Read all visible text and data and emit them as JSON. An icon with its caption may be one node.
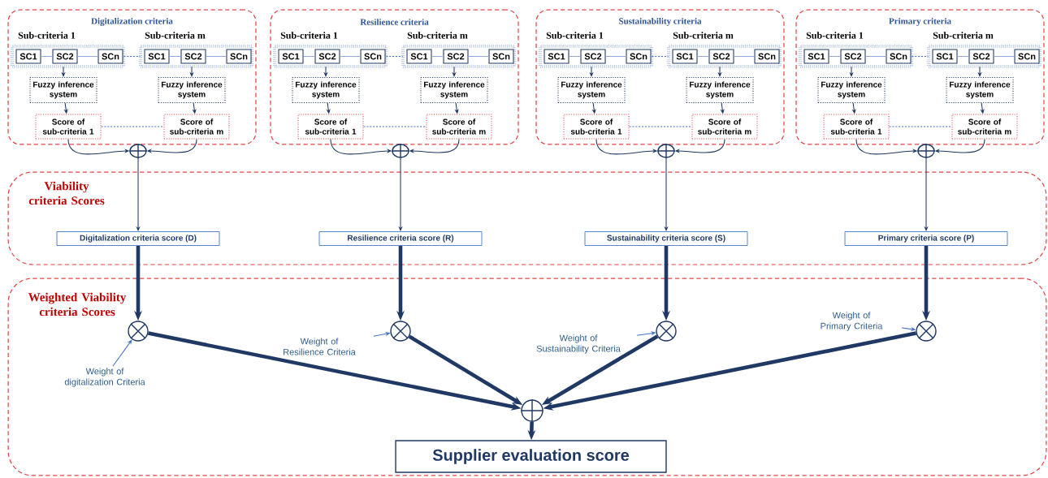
{
  "diagram": {
    "nodes": [
      {
        "text": [
          "Digitalization criteria"
        ]
      },
      {
        "text": [
          "Sub-criteria 1"
        ],
        "in": 0
      },
      {
        "text": [
          "SC1"
        ],
        "in": 1
      },
      {
        "text": [
          "SC2"
        ],
        "in": 1
      },
      {
        "text": [
          "SCn"
        ],
        "in": 1
      },
      {
        "text": [
          "Sub-criteria m"
        ],
        "in": 0
      },
      {
        "text": [
          "SC1"
        ],
        "in": 5
      },
      {
        "text": [
          "SC2"
        ],
        "in": 5
      },
      {
        "text": [
          "SCn"
        ],
        "in": 5
      },
      {
        "text": [
          "Fuzzy inference system"
        ],
        "in": 0
      },
      {
        "text": [
          "Fuzzy inference system"
        ],
        "in": 0
      },
      {
        "text": [
          "Score of sub-criteria 1"
        ],
        "in": 0
      },
      {
        "text": [
          "Score of sub-criteria m"
        ],
        "in": 0
      },
      {
        "text": [],
        "shape": "circle"
      },
      {
        "text": [
          "Resilience criteria"
        ]
      },
      {
        "text": [
          "Sub-criteria 1"
        ],
        "in": 14
      },
      {
        "text": [
          "SC1"
        ],
        "in": 15
      },
      {
        "text": [
          "SC2"
        ],
        "in": 15
      },
      {
        "text": [
          "SCn"
        ],
        "in": 15
      },
      {
        "text": [
          "Sub-criteria m"
        ],
        "in": 14
      },
      {
        "text": [
          "SC1"
        ],
        "in": 19
      },
      {
        "text": [
          "SC2"
        ],
        "in": 19
      },
      {
        "text": [
          "SCn"
        ],
        "in": 19
      },
      {
        "text": [
          "Fuzzy inference system"
        ],
        "in": 14
      },
      {
        "text": [
          "Fuzzy inference system"
        ],
        "in": 14
      },
      {
        "text": [
          "Score of sub-criteria 1"
        ],
        "in": 14
      },
      {
        "text": [
          "Score of sub-criteria m"
        ],
        "in": 14
      },
      {
        "text": [],
        "shape": "circle"
      },
      {
        "text": [
          "Sustainability criteria"
        ]
      },
      {
        "text": [
          "Sub-criteria 1"
        ],
        "in": 28
      },
      {
        "text": [
          "SC1"
        ],
        "in": 29
      },
      {
        "text": [
          "SC2"
        ],
        "in": 29
      },
      {
        "text": [
          "SCn"
        ],
        "in": 29
      },
      {
        "text": [
          "Sub-criteria m"
        ],
        "in": 28
      },
      {
        "text": [
          "SC1"
        ],
        "in": 33
      },
      {
        "text": [
          "SC2"
        ],
        "in": 33
      },
      {
        "text": [
          "SCn"
        ],
        "in": 33
      },
      {
        "text": [
          "Fuzzy inference system"
        ],
        "in": 28
      },
      {
        "text": [
          "Fuzzy inference system"
        ],
        "in": 28
      },
      {
        "text": [
          "Score of sub-criteria 1"
        ],
        "in": 28
      },
      {
        "text": [
          "Score of sub-criteria m"
        ],
        "in": 28
      },
      {
        "text": [],
        "shape": "circle"
      },
      {
        "text": [
          "Primary criteria"
        ]
      },
      {
        "text": [
          "Sub-criteria 1"
        ],
        "in": 42
      },
      {
        "text": [
          "SC1"
        ],
        "in": 43
      },
      {
        "text": [
          "SC2"
        ],
        "in": 43
      },
      {
        "text": [
          "SCn"
        ],
        "in": 43
      },
      {
        "text": [
          "Sub-criteria m"
        ],
        "in": 42
      },
      {
        "text": [
          "SC1"
        ],
        "in": 47
      },
      {
        "text": [
          "SC2"
        ],
        "in": 47
      },
      {
        "text": [
          "SCn"
        ],
        "in": 47
      },
      {
        "text": [
          "Fuzzy inference system"
        ],
        "in": 42
      },
      {
        "text": [
          "Fuzzy inference system"
        ],
        "in": 42
      },
      {
        "text": [
          "Score of sub-criteria 1"
        ],
        "in": 42
      },
      {
        "text": [
          "Score of sub-criteria m"
        ],
        "in": 42
      },
      {
        "text": [],
        "shape": "circle"
      },
      {
        "text": [
          "Viability criteria Scores"
        ]
      },
      {
        "text": [
          "Digitalization criteria score (D)"
        ],
        "in": 56
      },
      {
        "text": [
          "Resilience criteria score (R)"
        ],
        "in": 56
      },
      {
        "text": [
          "Sustainability criteria score (S)"
        ],
        "in": 56
      },
      {
        "text": [
          "Primary criteria score (P)"
        ],
        "in": 56
      },
      {
        "text": [
          "Weighted Viability criteria Scores"
        ]
      },
      {
        "text": [],
        "shape": "circle",
        "in": 61
      },
      {
        "text": [],
        "shape": "circle",
        "in": 61
      },
      {
        "text": [],
        "shape": "circle",
        "in": 61
      },
      {
        "text": [],
        "shape": "circle",
        "in": 61
      },
      {
        "text": [
          "Weight of digitalization Criteria"
        ],
        "in": 61
      },
      {
        "text": [
          "Weight of Resilience Criteria"
        ],
        "in": 61
      },
      {
        "text": [
          "Weight of Sustainability Criteria"
        ],
        "in": 61
      },
      {
        "text": [
          "Weight of Primary Criteria"
        ],
        "in": 61
      },
      {
        "text": [],
        "shape": "circle",
        "in": 61
      },
      {
        "text": [
          "Supplier evaluation score"
        ],
        "in": 61
      }
    ],
    "edges": [
      {
        "from": 2,
        "to": 3,
        "arrow": "none",
        "color": "#8faadc"
      },
      {
        "from": 3,
        "to": 4,
        "arrow": "none",
        "color": "#8faadc"
      },
      {
        "from": 6,
        "to": 7,
        "arrow": "none",
        "color": "#8faadc"
      },
      {
        "from": 7,
        "to": 8,
        "arrow": "none",
        "color": "#8faadc"
      },
      {
        "from": 1,
        "to": 5,
        "arrow": "none",
        "style": "dashed",
        "color": "#4472c4"
      },
      {
        "from": 1,
        "to": 9,
        "arrow": "to"
      },
      {
        "from": 5,
        "to": 10,
        "arrow": "to"
      },
      {
        "from": 9,
        "to": 11,
        "arrow": "to"
      },
      {
        "from": 10,
        "to": 12,
        "arrow": "to"
      },
      {
        "from": 11,
        "to": 12,
        "arrow": "none",
        "style": "dashed",
        "color": "#4472c4"
      },
      {
        "from": 11,
        "to": 13,
        "arrow": "to"
      },
      {
        "from": 12,
        "to": 13,
        "arrow": "to"
      },
      {
        "from": 13,
        "to": 57,
        "arrow": "to"
      },
      {
        "from": 16,
        "to": 17,
        "arrow": "none",
        "color": "#8faadc"
      },
      {
        "from": 17,
        "to": 18,
        "arrow": "none",
        "color": "#8faadc"
      },
      {
        "from": 20,
        "to": 21,
        "arrow": "none",
        "color": "#8faadc"
      },
      {
        "from": 21,
        "to": 22,
        "arrow": "none",
        "color": "#8faadc"
      },
      {
        "from": 15,
        "to": 19,
        "arrow": "none",
        "style": "dashed",
        "color": "#4472c4"
      },
      {
        "from": 15,
        "to": 23,
        "arrow": "to"
      },
      {
        "from": 19,
        "to": 24,
        "arrow": "to"
      },
      {
        "from": 23,
        "to": 25,
        "arrow": "to"
      },
      {
        "from": 24,
        "to": 26,
        "arrow": "to"
      },
      {
        "from": 25,
        "to": 26,
        "arrow": "none",
        "style": "dashed",
        "color": "#4472c4"
      },
      {
        "from": 25,
        "to": 27,
        "arrow": "to"
      },
      {
        "from": 26,
        "to": 27,
        "arrow": "to"
      },
      {
        "from": 27,
        "to": 58,
        "arrow": "to"
      },
      {
        "from": 30,
        "to": 31,
        "arrow": "none",
        "color": "#8faadc"
      },
      {
        "from": 31,
        "to": 32,
        "arrow": "none",
        "color": "#8faadc"
      },
      {
        "from": 34,
        "to": 35,
        "arrow": "none",
        "color": "#8faadc"
      },
      {
        "from": 35,
        "to": 36,
        "arrow": "none",
        "color": "#8faadc"
      },
      {
        "from": 29,
        "to": 33,
        "arrow": "none",
        "style": "dashed",
        "color": "#4472c4"
      },
      {
        "from": 29,
        "to": 37,
        "arrow": "to"
      },
      {
        "from": 33,
        "to": 38,
        "arrow": "to"
      },
      {
        "from": 37,
        "to": 39,
        "arrow": "to"
      },
      {
        "from": 38,
        "to": 40,
        "arrow": "to"
      },
      {
        "from": 39,
        "to": 40,
        "arrow": "none",
        "style": "dashed",
        "color": "#4472c4"
      },
      {
        "from": 39,
        "to": 41,
        "arrow": "to"
      },
      {
        "from": 40,
        "to": 41,
        "arrow": "to"
      },
      {
        "from": 41,
        "to": 59,
        "arrow": "to"
      },
      {
        "from": 44,
        "to": 45,
        "arrow": "none",
        "color": "#8faadc"
      },
      {
        "from": 45,
        "to": 46,
        "arrow": "none",
        "color": "#8faadc"
      },
      {
        "from": 48,
        "to": 49,
        "arrow": "none",
        "color": "#8faadc"
      },
      {
        "from": 49,
        "to": 50,
        "arrow": "none",
        "color": "#8faadc"
      },
      {
        "from": 43,
        "to": 47,
        "arrow": "none",
        "style": "dashed",
        "color": "#4472c4"
      },
      {
        "from": 43,
        "to": 51,
        "arrow": "to"
      },
      {
        "from": 47,
        "to": 52,
        "arrow": "to"
      },
      {
        "from": 51,
        "to": 53,
        "arrow": "to"
      },
      {
        "from": 52,
        "to": 54,
        "arrow": "to"
      },
      {
        "from": 53,
        "to": 54,
        "arrow": "none",
        "style": "dashed",
        "color": "#4472c4"
      },
      {
        "from": 53,
        "to": 55,
        "arrow": "to"
      },
      {
        "from": 54,
        "to": 55,
        "arrow": "to"
      },
      {
        "from": 55,
        "to": 60,
        "arrow": "to"
      },
      {
        "from": 57,
        "to": 62,
        "arrow": "to",
        "style": "thick"
      },
      {
        "from": 58,
        "to": 63,
        "arrow": "to",
        "style": "thick"
      },
      {
        "from": 59,
        "to": 64,
        "arrow": "to",
        "style": "thick"
      },
      {
        "from": 60,
        "to": 65,
        "arrow": "to",
        "style": "thick"
      },
      {
        "from": 66,
        "to": 62,
        "arrow": "to",
        "color": "#4472c4"
      },
      {
        "from": 67,
        "to": 63,
        "arrow": "to",
        "color": "#4472c4"
      },
      {
        "from": 68,
        "to": 64,
        "arrow": "to",
        "color": "#4472c4"
      },
      {
        "from": 69,
        "to": 65,
        "arrow": "to",
        "color": "#4472c4"
      },
      {
        "from": 62,
        "to": 70,
        "arrow": "to",
        "style": "thick"
      },
      {
        "from": 63,
        "to": 70,
        "arrow": "to",
        "style": "thick"
      },
      {
        "from": 64,
        "to": 70,
        "arrow": "to",
        "style": "thick"
      },
      {
        "from": 65,
        "to": 70,
        "arrow": "to",
        "style": "thick"
      },
      {
        "from": 70,
        "to": 71,
        "arrow": "to",
        "style": "thick"
      }
    ]
  }
}
